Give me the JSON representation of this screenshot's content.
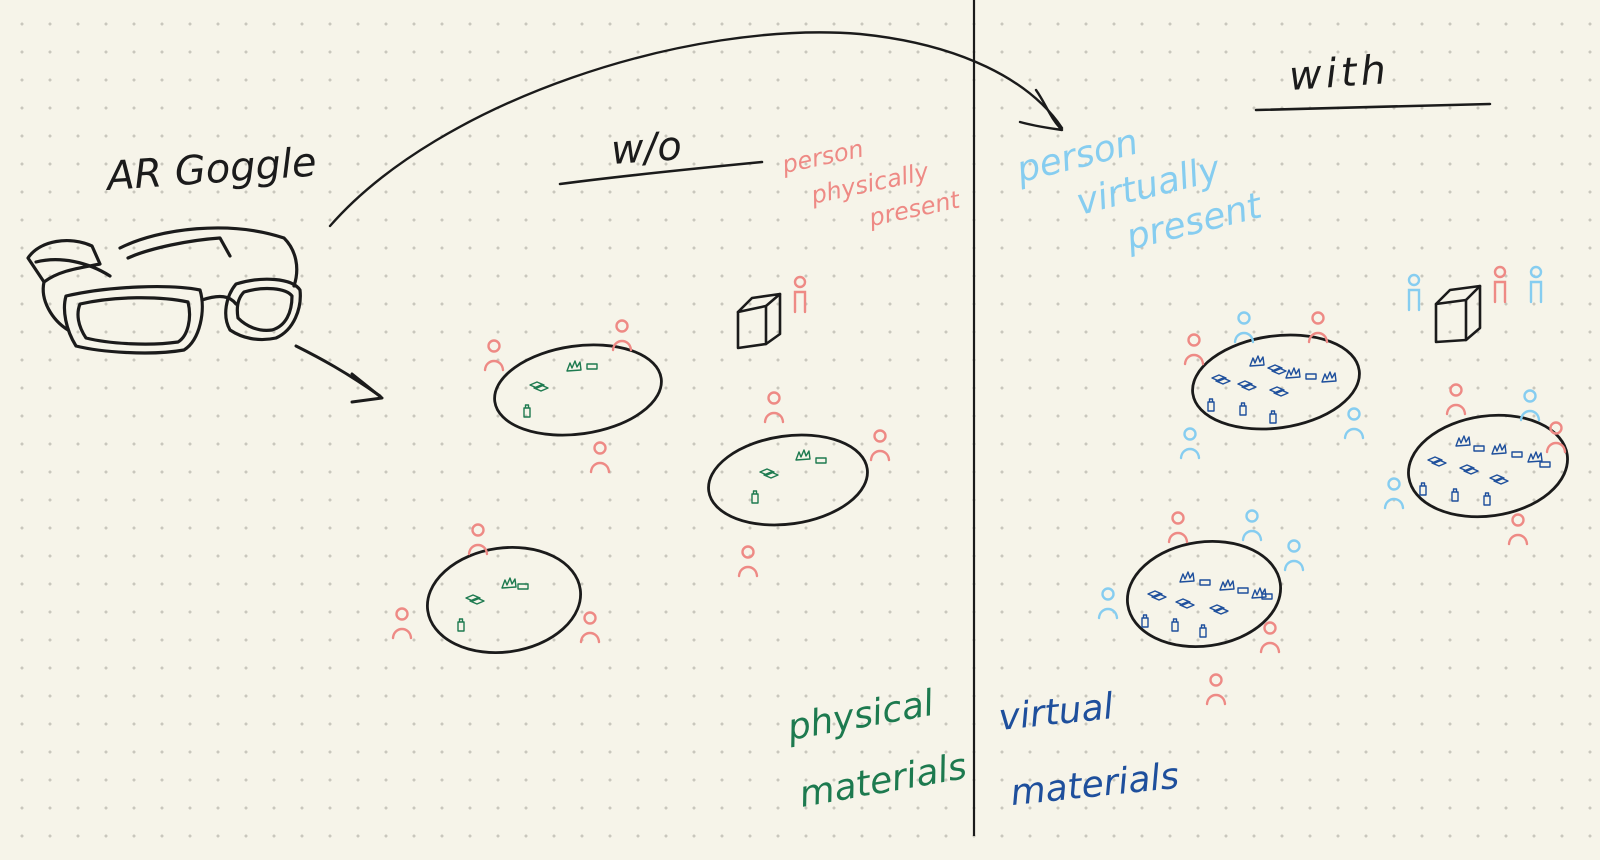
{
  "labels": {
    "goggle": "AR Goggle",
    "without": "w/o",
    "with": "with",
    "physical_person": [
      "person",
      "physically",
      "present"
    ],
    "virtual_person": [
      "person",
      "virtually",
      "present"
    ],
    "physical_materials": [
      "physical",
      "materials"
    ],
    "virtual_materials": [
      "virtual",
      "materials"
    ]
  },
  "colors": {
    "ink": "#1b1b1b",
    "physical_person": "#ee8a85",
    "virtual_person": "#86cdf0",
    "physical_material": "#1d7a4f",
    "virtual_material": "#1e4f9c"
  },
  "icons": [
    "ar-goggle-icon",
    "arrow-icon",
    "table-icon",
    "person-icon",
    "cube-icon",
    "material-icon"
  ]
}
